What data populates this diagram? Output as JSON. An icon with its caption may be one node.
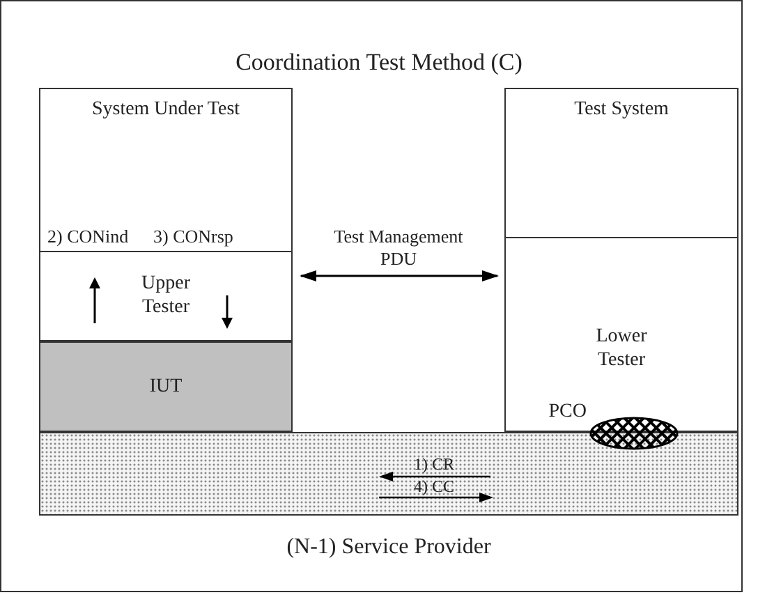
{
  "diagram": {
    "title": "Coordination Test Method (C)",
    "nodes": [
      {
        "text": [
          "System Under Test"
        ]
      },
      {
        "text": [
          "Upper Tester"
        ],
        "in": 0
      },
      {
        "text": [
          "IUT"
        ],
        "in": 0
      },
      {
        "text": [
          "Test System"
        ]
      },
      {
        "text": [
          "Lower Tester"
        ],
        "in": 3
      },
      {
        "text": [],
        "shape": "circle",
        "beside": [
          "PCO"
        ]
      },
      {
        "text": [
          "(N-1) Service Provider"
        ]
      }
    ],
    "edges": [
      {
        "from": 1,
        "to": 4,
        "arrow": "both",
        "label": "Test Management PDU"
      }
    ],
    "labels": [
      "2) CONind",
      "3) CONrsp",
      "1) CR",
      "4) CC"
    ]
  }
}
